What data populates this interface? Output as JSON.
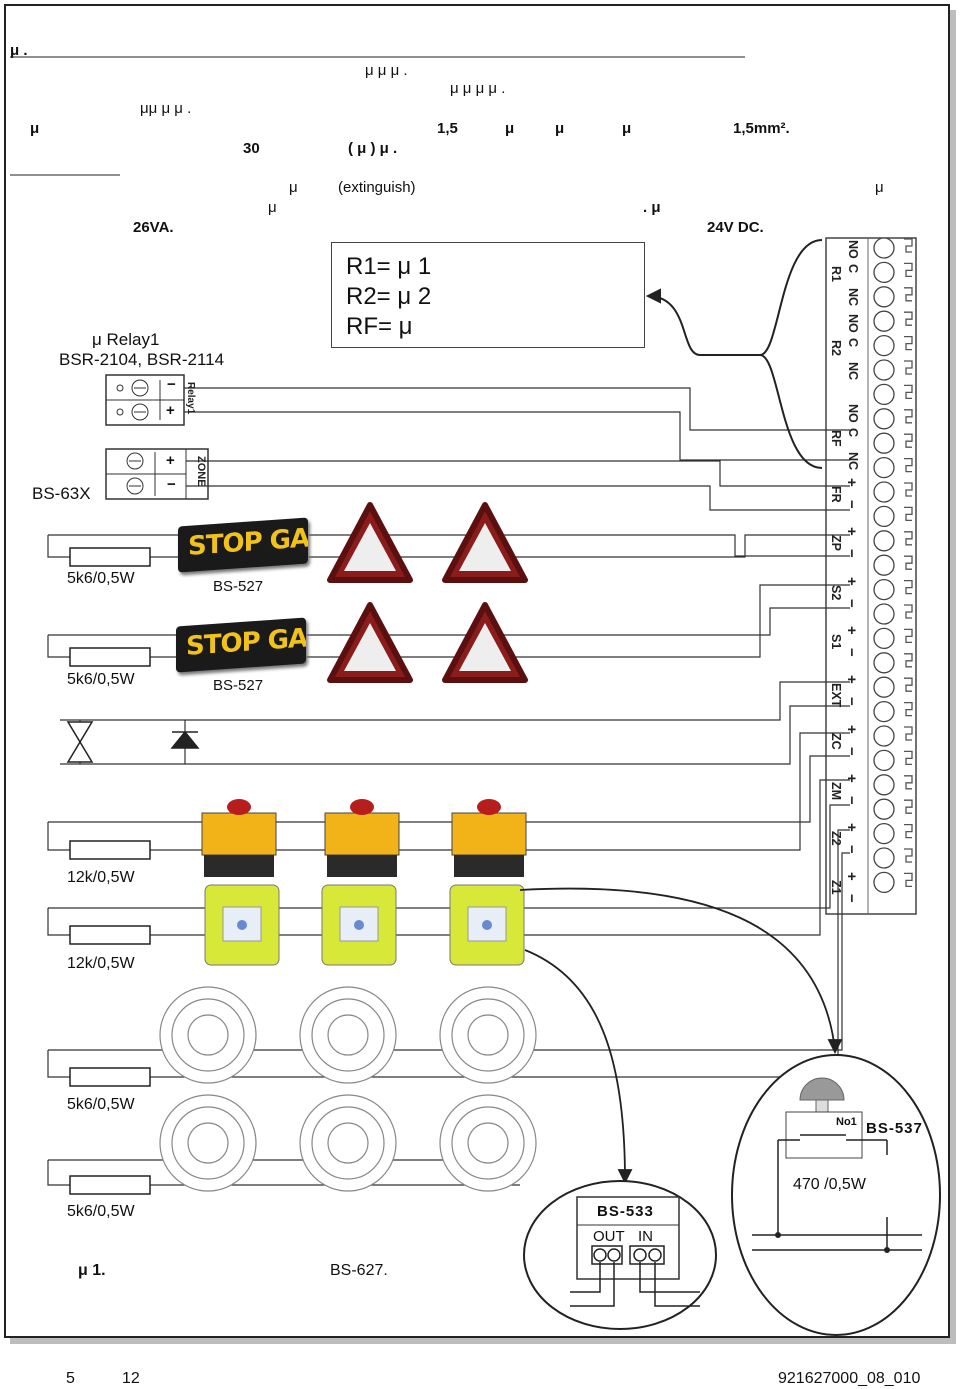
{
  "header": {
    "line1": "μ                                                                      .",
    "line2": "μ    μ     μ                                     .",
    "line3": "μ               μ               μ                                     μ           .",
    "line4": "μμ           μ                           μ                        .",
    "line5_a": "μ",
    "line5_b": "1,5",
    "line5_c": "μ",
    "line5_d": "μ",
    "line5_e": "μ",
    "line5_f": "1,5mm².",
    "line6_a": "30",
    "line6_b": "(    μ       )     μ         .",
    "line7_a": "μ",
    "line7_b": "(extinguish)",
    "line7_c": "μ",
    "line8_a": "μ",
    "line8_b": ".  μ",
    "line9_a": "26VA.",
    "line9_b": "24V DC."
  },
  "legend": {
    "r1": "R1=                 μ    1",
    "r2": "R2=                 μ    2",
    "rf": "RF=                μ"
  },
  "relay_device": {
    "label1": "μ   Relay1",
    "label2": "BSR-2104, BSR-2114",
    "relay_tag": "Relay1",
    "zone_tag": "ZONE",
    "plus": "+",
    "minus": "−"
  },
  "devices": {
    "bs63x": "BS-63X",
    "bs527_a": "BS-527",
    "bs527_b": "BS-527",
    "stop_gas": "STOP GAS",
    "bs533": "BS-533",
    "out": "OUT",
    "in": "IN",
    "bs537": "BS-537",
    "no1": "No1"
  },
  "resistors": {
    "r1": "5k6/0,5W",
    "r2": "5k6/0,5W",
    "r3": "12k/0,5W",
    "r4": "12k/0,5W",
    "r5": "5k6/0,5W",
    "r6": "5k6/0,5W",
    "r7": "470    /0,5W"
  },
  "terminals": {
    "r1": [
      "NO",
      "C",
      "NC"
    ],
    "r1_name": "R1",
    "r2": [
      "NO",
      "C",
      "NC"
    ],
    "r2_name": "R2",
    "rf": [
      "NO",
      "C",
      "NC"
    ],
    "rf_name": "RF",
    "polar": [
      "FR",
      "ZP",
      "S2",
      "S1",
      "EXT",
      "ZC",
      "ZM",
      "Z2",
      "Z1"
    ],
    "plus": "+",
    "minus": "−"
  },
  "caption": {
    "a": "μ    1.",
    "b": "BS-627."
  },
  "footer": {
    "page": "5",
    "of": "12",
    "code": "921627000_08_010"
  },
  "colors": {
    "frame": "#222222",
    "wire": "#333333",
    "siren_red": "#8a1c1c",
    "button_yellow": "#f2b318",
    "callpoint_yellow": "#d8e838",
    "stop_gas_text": "#f1c31a"
  }
}
